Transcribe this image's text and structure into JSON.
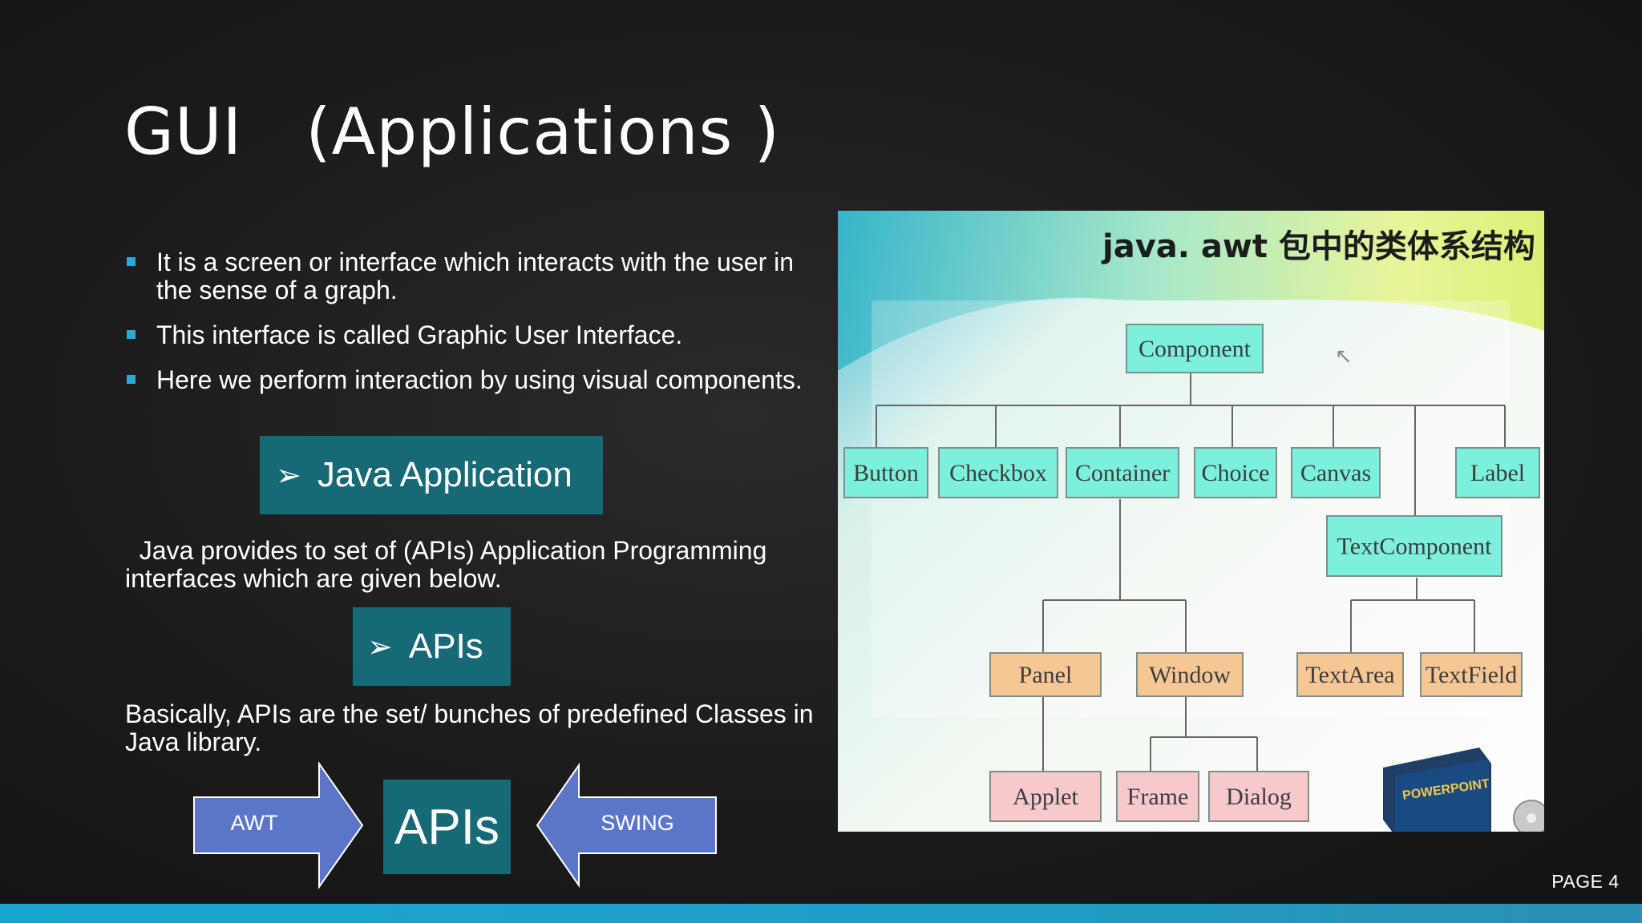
{
  "slide": {
    "title": "GUI   (Applications )",
    "bullets": [
      "It is a screen or interface which interacts with the user in the sense of a graph.",
      "This interface is called Graphic User Interface.",
      "Here we perform interaction by using visual components."
    ],
    "java_app_box": {
      "arrow": "➢",
      "label": "Java Application"
    },
    "paragraph1": "  Java provides to set of (APIs) Application Programming interfaces which are given below.",
    "apis_box": {
      "arrow": "➢",
      "label": "APIs"
    },
    "paragraph2": "Basically, APIs are the set/ bunches of predefined Classes in Java library.",
    "bottom_diagram": {
      "left_arrow": "AWT",
      "center": "APIs",
      "right_arrow": "SWING"
    },
    "page_label": "PAGE 4"
  },
  "figure": {
    "title": "java. awt 包中的类体系结构",
    "nodes": {
      "component": "Component",
      "button": "Button",
      "checkbox": "Checkbox",
      "container": "Container",
      "choice": "Choice",
      "canvas": "Canvas",
      "label": "Label",
      "textcomponent": "TextComponent",
      "panel": "Panel",
      "window": "Window",
      "textarea": "TextArea",
      "textfield": "TextField",
      "applet": "Applet",
      "frame": "Frame",
      "dialog": "Dialog"
    },
    "product_box_text": "POWERPOINT",
    "colors": {
      "cyan_node": "#7cf0dc",
      "orange_node": "#f6c795",
      "pink_node": "#f7c8cc",
      "node_text": "#3d3d3d"
    }
  },
  "colors": {
    "bullet_marker": "#29a9d8",
    "teal_box": "#176a75",
    "arrow_fill": "#5b76c9",
    "bottom_bar": "#1ba6cf"
  }
}
